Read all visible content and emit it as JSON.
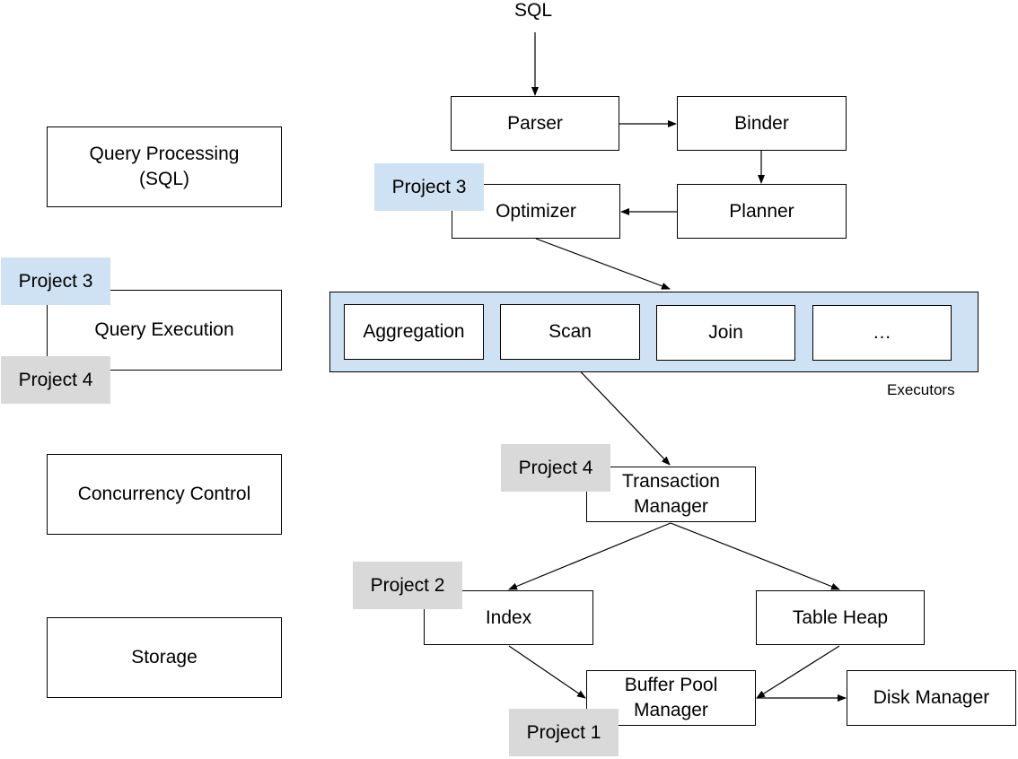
{
  "layers": {
    "query_processing": "Query Processing\n(SQL)",
    "query_execution": "Query Execution",
    "concurrency_control": "Concurrency Control",
    "storage": "Storage"
  },
  "input_label": "SQL",
  "components": {
    "parser": "Parser",
    "binder": "Binder",
    "optimizer": "Optimizer",
    "planner": "Planner",
    "transaction_manager": "Transaction\nManager",
    "index": "Index",
    "table_heap": "Table Heap",
    "buffer_pool_manager": "Buffer Pool\nManager",
    "disk_manager": "Disk Manager"
  },
  "executors": {
    "caption": "Executors",
    "items": [
      "Aggregation",
      "Scan",
      "Join",
      "…"
    ]
  },
  "projects": {
    "p1": "Project 1",
    "p2": "Project 2",
    "p3": "Project 3",
    "p4": "Project 4"
  },
  "colors": {
    "blue_highlight": "#cfe2f3",
    "gray_highlight": "#d9d9d9",
    "stroke": "#000000"
  }
}
